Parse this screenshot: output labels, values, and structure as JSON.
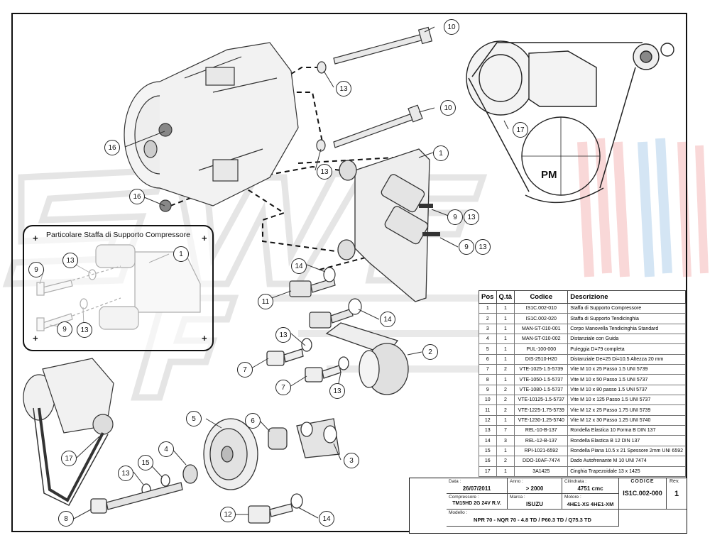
{
  "callouts": {
    "c10a": "10",
    "c10b": "10",
    "c13a": "13",
    "c13b": "13",
    "c1a": "1",
    "c16a": "16",
    "c16b": "16",
    "c9a": "9",
    "c13c": "13",
    "c9b": "9",
    "c13d": "13",
    "c14a": "14",
    "c11": "11",
    "c14b": "14",
    "c13e": "13",
    "c7a": "7",
    "c2": "2",
    "c7b": "7",
    "c13f": "13",
    "c5": "5",
    "c6": "6",
    "c4": "4",
    "c15": "15",
    "c13g": "13",
    "c3": "3",
    "c17a": "17",
    "c8": "8",
    "c12": "12",
    "c14c": "14",
    "c17b": "17",
    "d1": "1",
    "d13a": "13",
    "d9a": "9",
    "d9b": "9",
    "d13b": "13"
  },
  "detail": {
    "title": "Particolare Staffa di Supporto Compressore",
    "plus": "+"
  },
  "pm_label": "PM",
  "parts_table": {
    "headers": [
      "Pos",
      "Q.tà",
      "Codice",
      "Descrizione"
    ],
    "rows": [
      [
        "1",
        "1",
        "IS1C.002-010",
        "Staffa di Supporto Compressore"
      ],
      [
        "2",
        "1",
        "IS1C.002-020",
        "Staffa di Supporto Tendicinghia"
      ],
      [
        "3",
        "1",
        "MAN-ST-010-001",
        "Corpo Manovella Tendicinghia Standard"
      ],
      [
        "4",
        "1",
        "MAN-ST-010-002",
        "Distanziale con Guida"
      ],
      [
        "5",
        "1",
        "PUL-100-000",
        "Puleggia D=79 completa"
      ],
      [
        "6",
        "1",
        "DIS-2510-H20",
        "Distanziale De=25 Di=10.5 Altezza 20 mm"
      ],
      [
        "7",
        "2",
        "VTE-1025-1.5-5739",
        "Vite M 10 x 25 Passo 1.5 UNI 5739"
      ],
      [
        "8",
        "1",
        "VTE-1050-1.5-5737",
        "Vite M 10 x 50 Passo 1.5 UNI 5737"
      ],
      [
        "9",
        "2",
        "VTE-1080-1.5-5737",
        "Vite M 10 x 80 passo 1.5 UNI 5737"
      ],
      [
        "10",
        "2",
        "VTE-10125-1.5-5737",
        "Vite M 10 x 125 Passo 1.5 UNI 5737"
      ],
      [
        "11",
        "2",
        "VTE-1225-1.75-5739",
        "Vite M 12 x 25 Passo 1.75 UNI 5739"
      ],
      [
        "12",
        "1",
        "VTE-1230-1.25-5740",
        "Vite M 12 x 30 Passo 1.25 UNI 5740"
      ],
      [
        "13",
        "7",
        "REL-10-B-137",
        "Rondella Elastica 10 Forma B DIN 137"
      ],
      [
        "14",
        "3",
        "REL-12-B-137",
        "Rondella Elastica B 12 DIN 137"
      ],
      [
        "15",
        "1",
        "RPI-1021-6592",
        "Rondella Piana 10.5 x 21 Spessore 2mm  UNI 6592"
      ],
      [
        "16",
        "2",
        "DDO-10AF-7474",
        "Dado Autofrenante M 10 UNI 7474"
      ],
      [
        "17",
        "1",
        "3A1425",
        "Cinghia Trapezoidale 13 x 1425"
      ]
    ]
  },
  "title_block": {
    "data_label": "Data :",
    "data_value": "26/07/2011",
    "anno_label": "Anno :",
    "anno_value": "> 2000",
    "cilindrata_label": "Cilindrata :",
    "cilindrata_value": "4751 cmc",
    "codice_label": "CODICE",
    "codice_value": "IS1C.002-000",
    "rev_label": "Rev.",
    "rev_value": "1",
    "compressore_label": "Compressore :",
    "compressore_value": "TM15HD 2G 24V R.V.",
    "marca_label": "Marca :",
    "marca_value": "ISUZU",
    "motore_label": "Motore :",
    "motore_value": "4HE1-XS  4HE1-XM",
    "modello_label": "Modello :",
    "modello_value": "NPR 70 - NQR 70 - 4.8 TD / P60.3 TD / Q75.3 TD"
  },
  "colors": {
    "line": "#222222",
    "watermark_gray": "#d8d8d8",
    "watermark_blue": "#a9cbe8",
    "watermark_red": "#f2b0b0"
  }
}
